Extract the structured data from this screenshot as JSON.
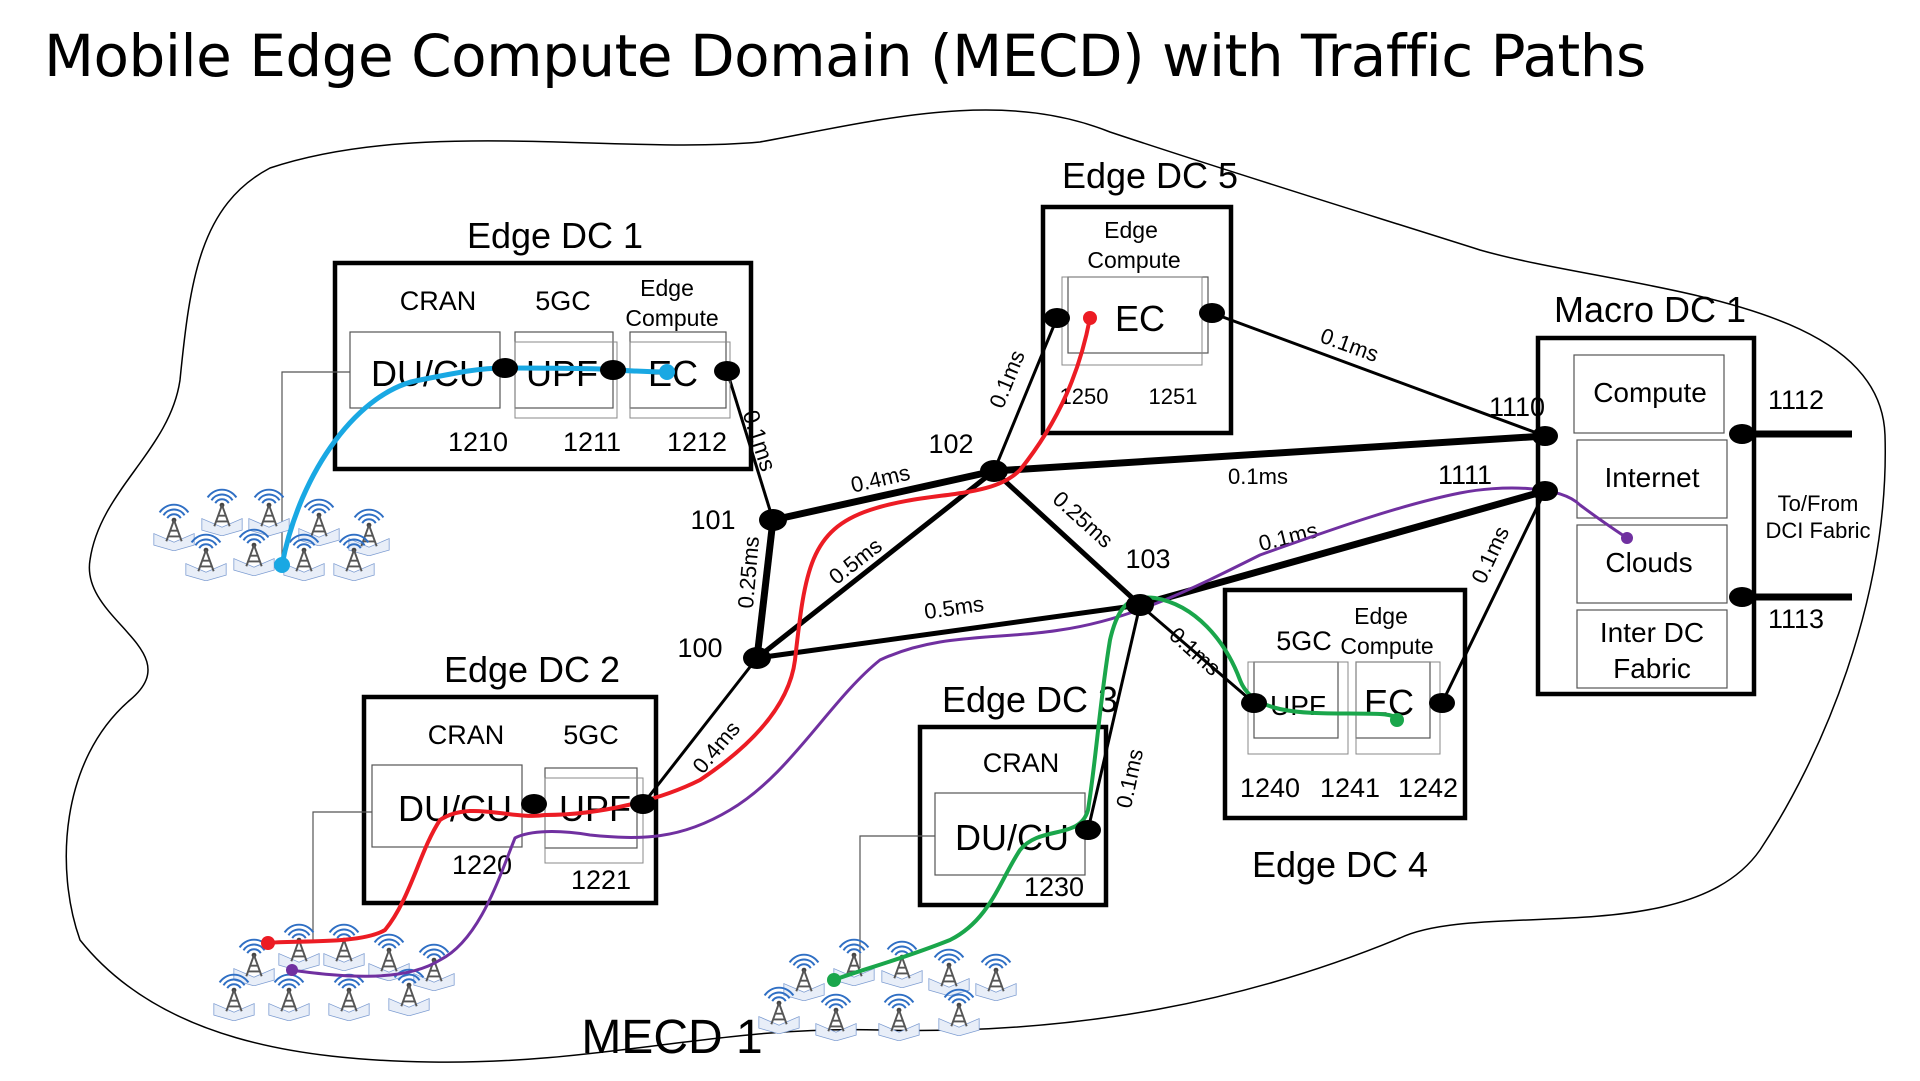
{
  "title": "Mobile Edge Compute Domain (MECD) with Traffic Paths",
  "domain_label": "MECD 1",
  "colors": {
    "blue": "#19a8e3",
    "red": "#ec1c24",
    "purple": "#7030a0",
    "green": "#1aa64b",
    "line": "#000000"
  },
  "dc1": {
    "name": "Edge DC 1",
    "cran": "CRAN",
    "fivegc": "5GC",
    "ec_title1": "Edge",
    "ec_title2": "Compute",
    "du": "DU/CU",
    "upf": "UPF",
    "ec": "EC",
    "n1210": "1210",
    "n1211": "1211",
    "n1212": "1212"
  },
  "dc2": {
    "name": "Edge DC 2",
    "cran": "CRAN",
    "fivegc": "5GC",
    "du": "DU/CU",
    "upf": "UPF",
    "n1220": "1220",
    "n1221": "1221"
  },
  "dc3": {
    "name": "Edge DC 3",
    "cran": "CRAN",
    "du": "DU/CU",
    "n1230": "1230"
  },
  "dc4": {
    "name": "Edge DC 4",
    "fivegc": "5GC",
    "ec_title1": "Edge",
    "ec_title2": "Compute",
    "upf": "UPF",
    "ec": "EC",
    "n1240": "1240",
    "n1241": "1241",
    "n1242": "1242"
  },
  "dc5": {
    "name": "Edge DC 5",
    "ec_title1": "Edge",
    "ec_title2": "Compute",
    "ec": "EC",
    "n1250": "1250",
    "n1251": "1251"
  },
  "macro": {
    "name": "Macro DC 1",
    "compute": "Compute",
    "internet": "Internet",
    "clouds": "Clouds",
    "inter1": "Inter DC",
    "inter2": "Fabric",
    "n1110": "1110",
    "n1111": "1111",
    "n1112": "1112",
    "n1113": "1113",
    "dci1": "To/From",
    "dci2": "DCI Fabric"
  },
  "nodes": {
    "n100": "100",
    "n101": "101",
    "n102": "102",
    "n103": "103"
  },
  "latency": {
    "l_1212_101": "0.1ms",
    "l_101_102": "0.4ms",
    "l_102_1110": "0.1ms",
    "l_1251_1110": "0.1ms",
    "l_102_1250": "0.1ms",
    "l_101_100": "0.25ms",
    "l_100_102": "0.5ms",
    "l_102_103": "0.25ms",
    "l_100_103": "0.5ms",
    "l_103_1111": "0.1ms",
    "l_103_1240": "0.1ms",
    "l_1242_1111": "0.1ms",
    "l_100_1221": "0.4ms",
    "l_103_1230": "0.1ms"
  }
}
